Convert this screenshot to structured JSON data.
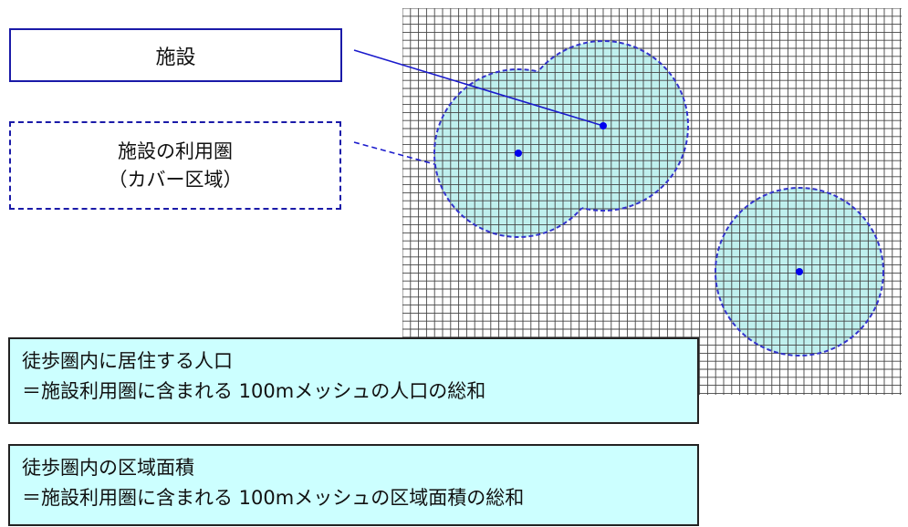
{
  "labels": {
    "facility": "施設",
    "coverage_line1": "施設の利用圏",
    "coverage_line2": "（カバー区域）"
  },
  "info": {
    "population_title": "徒歩圏内に居住する人口",
    "population_formula": "＝施設利用圏に含まれる 100mメッシュの人口の総和",
    "area_title": "徒歩圏内の区域面積",
    "area_formula": "＝施設利用圏に含まれる 100mメッシュの区域面積の総和"
  },
  "colors": {
    "grid_line": "#444444",
    "coverage_fill": "#bff0ee",
    "coverage_border": "#3333cc",
    "facility_point": "#0000ee",
    "leader_line": "#1a1acc",
    "info_fill": "#ccffff"
  }
}
